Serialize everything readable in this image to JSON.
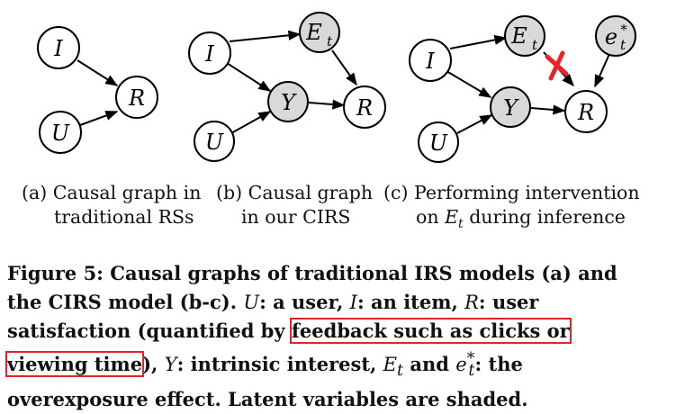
{
  "graphs": [
    {
      "caption_lines": [
        "(a) Causal graph in",
        "traditional RSs"
      ],
      "nodes": {
        "I": "I",
        "U": "U",
        "R": "R"
      }
    },
    {
      "caption_lines": [
        "(b) Causal graph",
        "in our CIRS"
      ],
      "nodes": {
        "I": "I",
        "E": "E",
        "E_sub": "t",
        "Y": "Y",
        "R": "R",
        "U": "U"
      }
    },
    {
      "caption_lines": [
        "(c) Performing intervention",
        "on ",
        "E",
        "t",
        " during inference"
      ],
      "nodes": {
        "E": "E",
        "E_sub": "t",
        "e": "e",
        "e_sub": "t",
        "e_sup": "*",
        "I": "I",
        "Y": "Y",
        "R": "R",
        "U": "U"
      }
    }
  ],
  "figure_caption": {
    "prefix": "Figure 5: Causal graphs of traditional IRS models (a) and the CIRS model (b-c). ",
    "U": "U",
    "u_def": ": a user, ",
    "I": "I",
    "i_def": ": an item, ",
    "R": "R",
    "r_def": ": user satisfaction (quantified by ",
    "highlight": "feedback such as clicks or viewing time",
    "after_hl": "), ",
    "Y": "Y",
    "y_def": ": intrinsic interest, ",
    "E": "E",
    "E_sub": "t",
    "and": " and ",
    "e": "e",
    "e_sub": "t",
    "e_sup": "*",
    "tail": ": the overexposure effect. Latent variables are shaded."
  },
  "colors": {
    "latent_fill": "#d9d9d9",
    "node_fill": "#ffffff",
    "stroke": "#000000",
    "highlight_box": "#e0242a",
    "intervention_mark": "#e8242a"
  }
}
